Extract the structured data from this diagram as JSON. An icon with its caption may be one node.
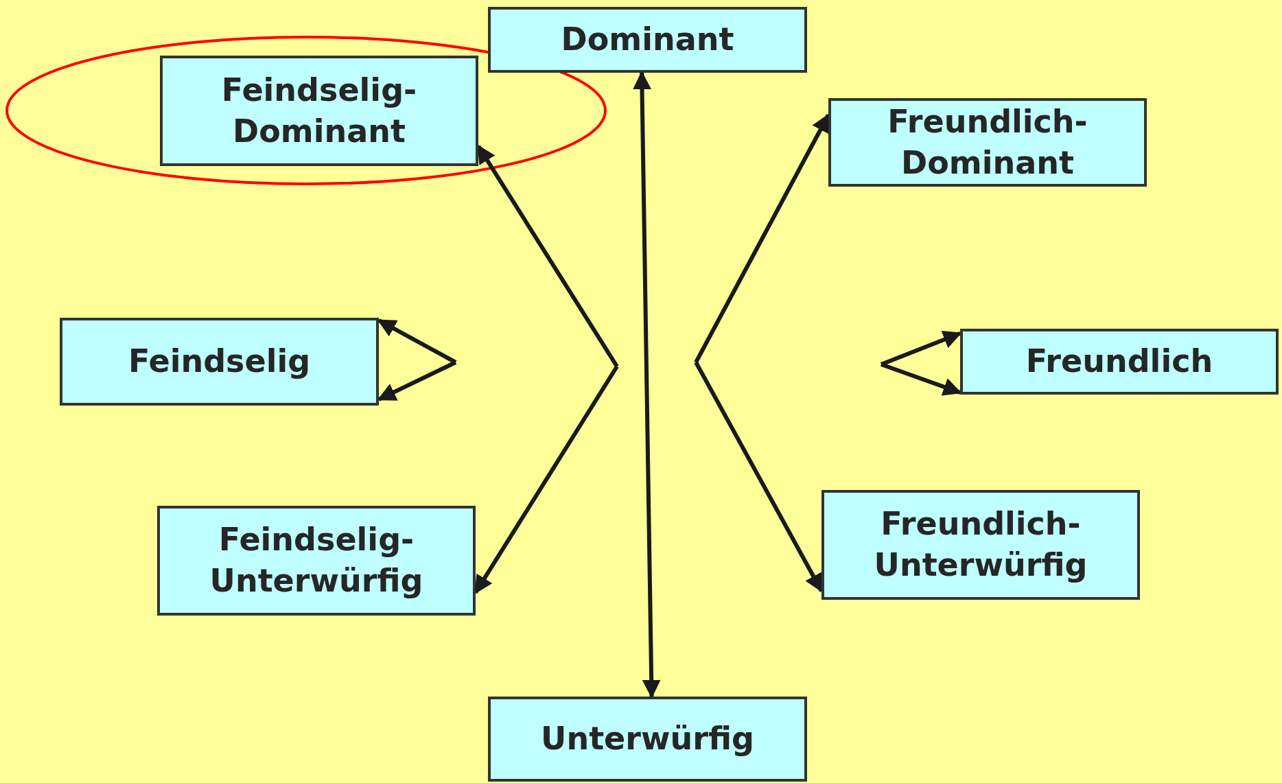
{
  "diagram": {
    "nodes": [
      {
        "text": [
          "Dominant"
        ]
      },
      {
        "text": [
          "Feindselig- Dominant"
        ]
      },
      {
        "text": [
          "Freundlich- Dominant"
        ]
      },
      {
        "text": [
          "Feindselig"
        ]
      },
      {
        "text": [
          "Freundlich"
        ]
      },
      {
        "text": [
          "Feindselig- Unterwürfig"
        ]
      },
      {
        "text": [
          "Freundlich- Unterwürfig"
        ]
      },
      {
        "text": [
          "Unterwürfig"
        ]
      }
    ],
    "edges": [
      {
        "from": 0,
        "to": 7,
        "arrow": "both"
      },
      {
        "from": null,
        "to": 1,
        "arrow": "to"
      },
      {
        "from": null,
        "to": 5,
        "arrow": "to"
      },
      {
        "from": null,
        "to": 2,
        "arrow": "to"
      },
      {
        "from": null,
        "to": 6,
        "arrow": "to"
      },
      {
        "from": null,
        "to": 3,
        "arrow": "to"
      },
      {
        "from": null,
        "to": 3,
        "arrow": "to"
      },
      {
        "from": null,
        "to": 4,
        "arrow": "to"
      },
      {
        "from": null,
        "to": 4,
        "arrow": "to"
      }
    ]
  }
}
